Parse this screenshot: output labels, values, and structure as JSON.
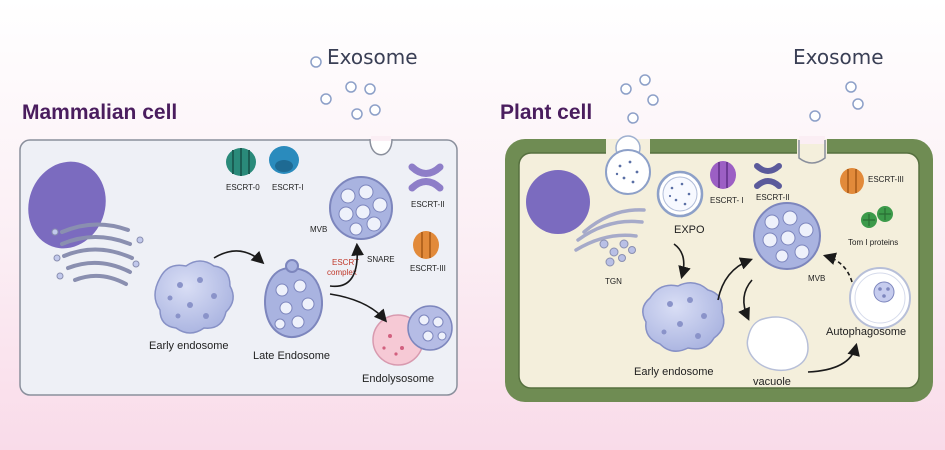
{
  "mammalian": {
    "title": "Mammalian cell",
    "exosome": "Exosome",
    "labels": {
      "escrt0": "ESCRT-0",
      "escrt1": "ESCRT-I",
      "escrt2": "ESCRT-II",
      "escrt3": "ESCRT-III",
      "mvb": "MVB",
      "escrt_complex_1": "ESCRT",
      "escrt_complex_2": "complex",
      "snare": "SNARE",
      "early_endosome": "Early endosome",
      "late_endosome": "Late Endosome",
      "endolysosome": "Endolysosome"
    }
  },
  "plant": {
    "title": "Plant cell",
    "exosome": "Exosome",
    "labels": {
      "tgn": "TGN",
      "expo": "EXPO",
      "escrt1": "ESCRT- I",
      "escrt2": "ESCRT-II",
      "escrt3": "ESCRT-III",
      "tom": "Tom I proteins",
      "mvb": "MVB",
      "early_endosome": "Early endosome",
      "vacuole": "vacuole",
      "autophagosome": "Autophagosome"
    }
  },
  "colors": {
    "title": "#4a1d5e",
    "nucleus": "#7b6bbf",
    "organelle": "#c2c9ec",
    "plant_wall": "#6f8c53",
    "plant_cytoplasm": "#f4efdc",
    "mammal_cytoplasm": "#eef0f6",
    "escrt0": "#2a8a7a",
    "escrt1": "#2a8bbd",
    "escrt2": "#8e7ec8",
    "escrt3": "#e28a3a",
    "tom": "#3c9a4a",
    "escrt1_plant": "#9c5fc4"
  }
}
